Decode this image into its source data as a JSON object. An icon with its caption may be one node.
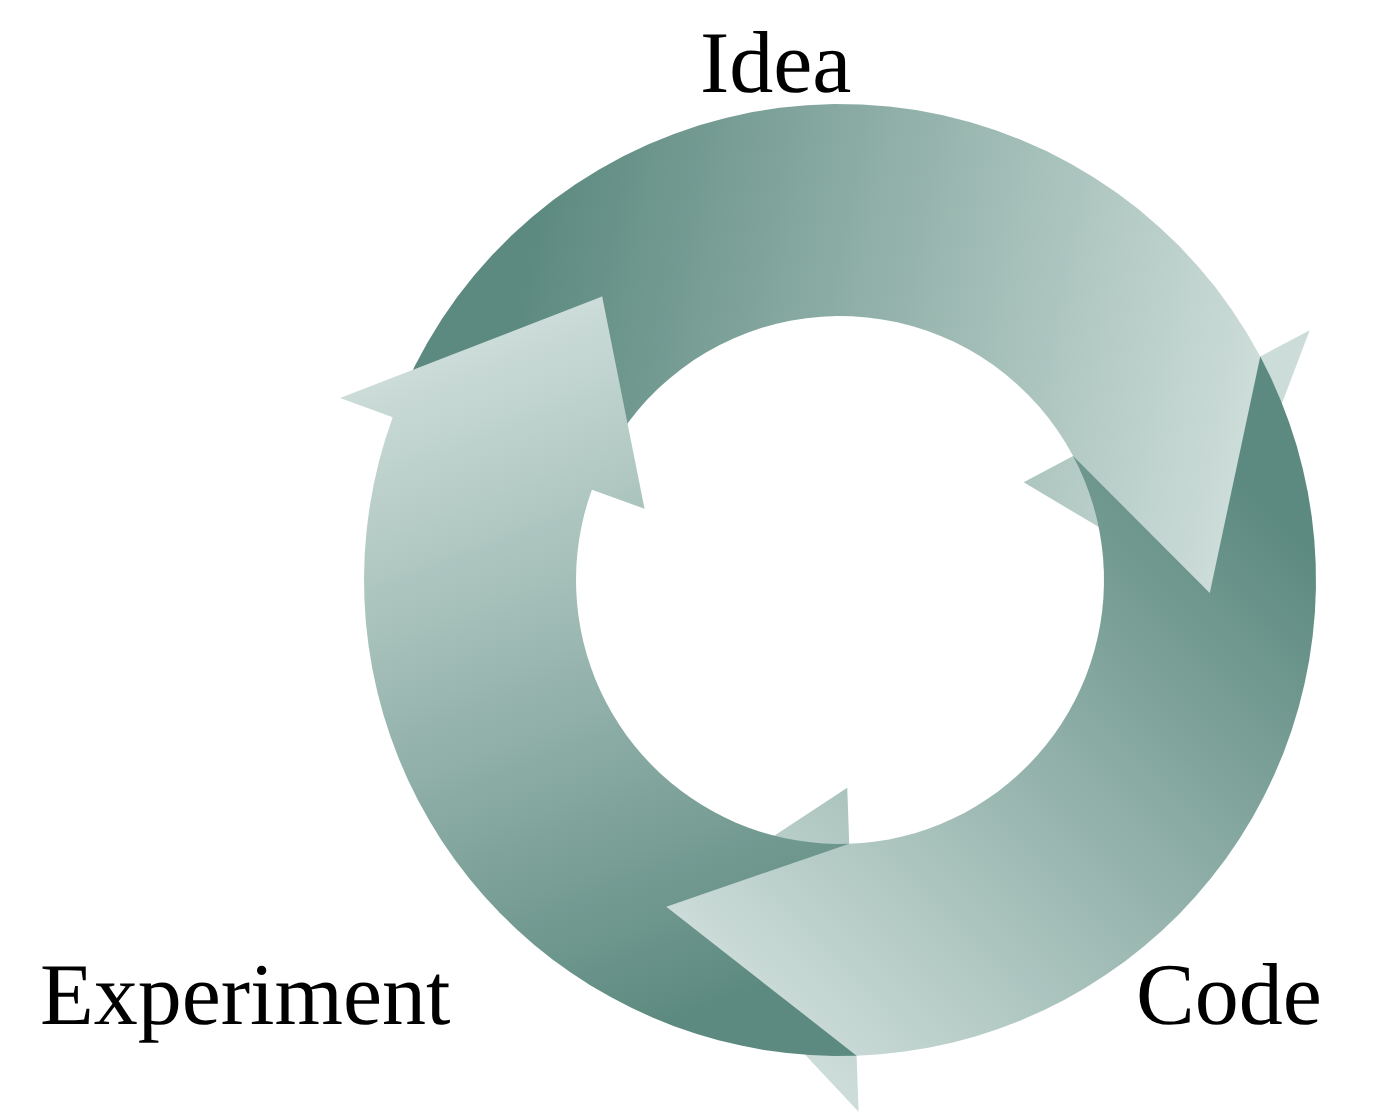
{
  "diagram": {
    "nodes": [
      {
        "text": [
          "Idea"
        ]
      },
      {
        "text": [
          "Code"
        ]
      },
      {
        "text": [
          "Experiment"
        ]
      }
    ],
    "edges": [
      {
        "from": 0,
        "to": 1,
        "arrow": "to",
        "style": "thick"
      },
      {
        "from": 1,
        "to": 2,
        "arrow": "to",
        "style": "thick"
      },
      {
        "from": 2,
        "to": 0,
        "arrow": "to",
        "style": "thick"
      }
    ]
  }
}
